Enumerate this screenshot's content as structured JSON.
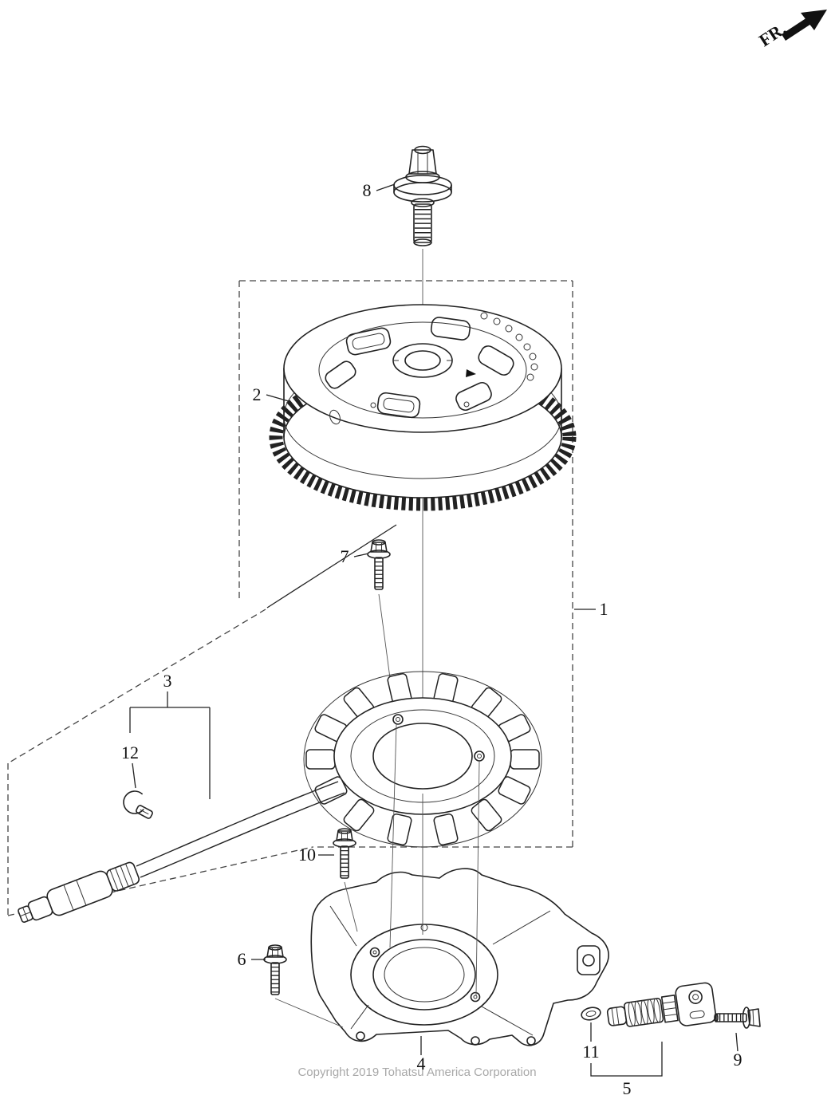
{
  "meta": {
    "fr_label": "FR.",
    "copyright": "Copyright 2019 Tohatsu America Corporation"
  },
  "callouts": {
    "c1": {
      "label": "1"
    },
    "c2": {
      "label": "2"
    },
    "c3": {
      "label": "3"
    },
    "c4": {
      "label": "4"
    },
    "c5": {
      "label": "5"
    },
    "c6": {
      "label": "6"
    },
    "c7": {
      "label": "7"
    },
    "c8": {
      "label": "8"
    },
    "c9": {
      "label": "9"
    },
    "c10": {
      "label": "10"
    },
    "c11": {
      "label": "11"
    },
    "c12": {
      "label": "12"
    }
  }
}
